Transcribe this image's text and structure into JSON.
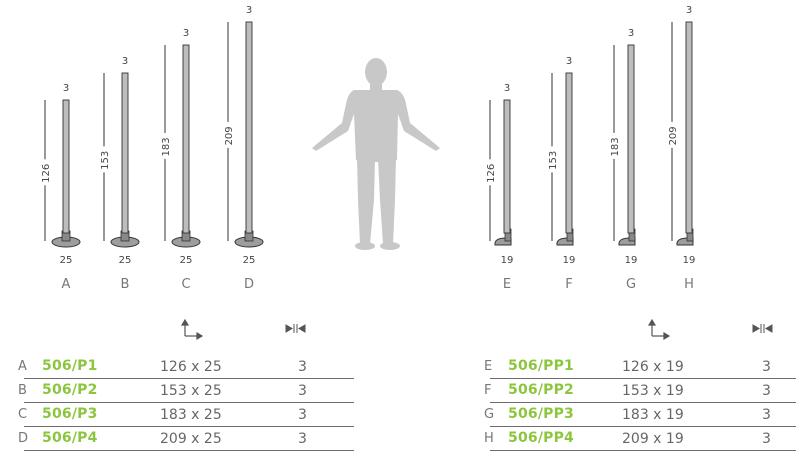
{
  "colors": {
    "accent": "#8cc63f",
    "text": "#666666",
    "rule": "#6d6d6d",
    "pole_fill": "#bdbdbd",
    "base_fill": "#9d9d9d",
    "figure": "#c8c8c8"
  },
  "header_icons": {
    "dimensions": "axes-icon",
    "quantity": "pack-quantity-icon"
  },
  "left_group": {
    "diameter_label": "25",
    "poles": [
      {
        "letter": "A",
        "height_label": "126",
        "top_label": "3"
      },
      {
        "letter": "B",
        "height_label": "153",
        "top_label": "3"
      },
      {
        "letter": "C",
        "height_label": "183",
        "top_label": "3"
      },
      {
        "letter": "D",
        "height_label": "209",
        "top_label": "3"
      }
    ]
  },
  "right_group": {
    "diameter_label": "19",
    "poles": [
      {
        "letter": "E",
        "height_label": "126",
        "top_label": "3"
      },
      {
        "letter": "F",
        "height_label": "153",
        "top_label": "3"
      },
      {
        "letter": "G",
        "height_label": "183",
        "top_label": "3"
      },
      {
        "letter": "H",
        "height_label": "209",
        "top_label": "3"
      }
    ]
  },
  "table_left": [
    {
      "letter": "A",
      "code": "506/P1",
      "dims": "126 x 25",
      "qty": "3"
    },
    {
      "letter": "B",
      "code": "506/P2",
      "dims": "153 x 25",
      "qty": "3"
    },
    {
      "letter": "C",
      "code": "506/P3",
      "dims": "183 x 25",
      "qty": "3"
    },
    {
      "letter": "D",
      "code": "506/P4",
      "dims": "209 x 25",
      "qty": "3"
    }
  ],
  "table_right": [
    {
      "letter": "E",
      "code": "506/PP1",
      "dims": "126 x 19",
      "qty": "3"
    },
    {
      "letter": "F",
      "code": "506/PP2",
      "dims": "153 x 19",
      "qty": "3"
    },
    {
      "letter": "G",
      "code": "506/PP3",
      "dims": "183 x 19",
      "qty": "3"
    },
    {
      "letter": "H",
      "code": "506/PP4",
      "dims": "209 x 19",
      "qty": "3"
    }
  ]
}
